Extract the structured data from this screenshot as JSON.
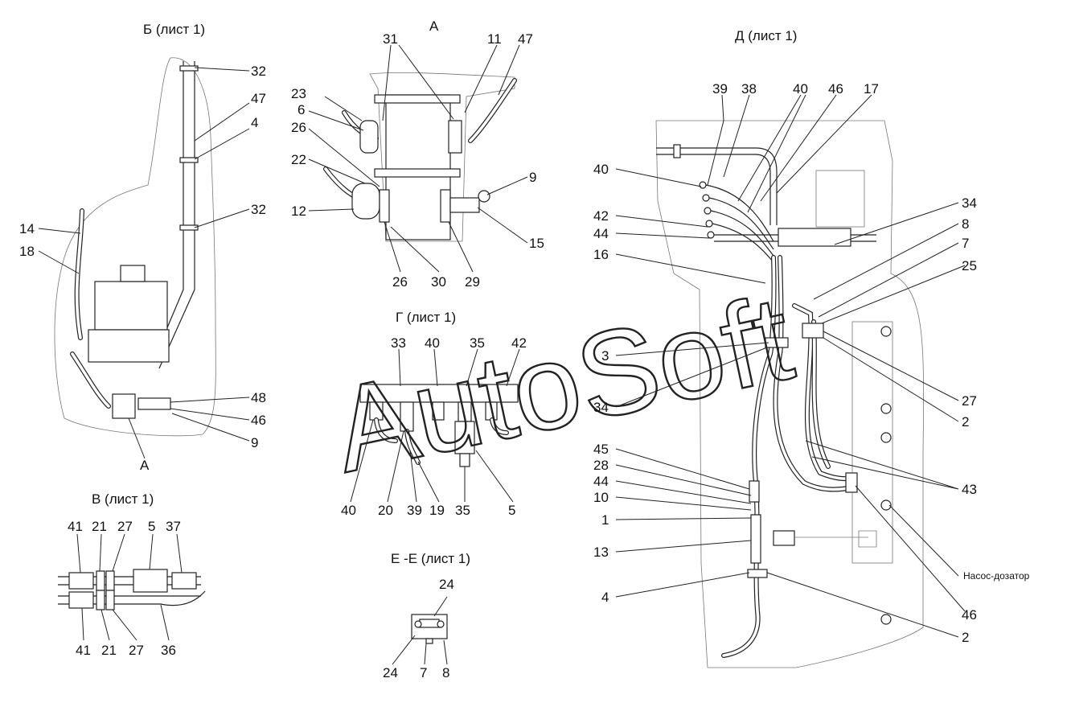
{
  "views": {
    "b": {
      "title": "Б (лист 1)",
      "marker_a": "А",
      "callouts": [
        "32",
        "47",
        "4",
        "32",
        "14",
        "18",
        "48",
        "46",
        "9"
      ]
    },
    "a": {
      "title": "А",
      "callouts": [
        "31",
        "11",
        "47",
        "23",
        "6",
        "26",
        "22",
        "12",
        "9",
        "15",
        "26",
        "30",
        "29"
      ]
    },
    "v": {
      "title": "В (лист 1)",
      "callouts": [
        "41",
        "21",
        "27",
        "5",
        "37",
        "41",
        "21",
        "27",
        "36"
      ]
    },
    "g": {
      "title": "Г (лист 1)",
      "callouts": [
        "33",
        "40",
        "35",
        "42",
        "40",
        "20",
        "39",
        "19",
        "35",
        "5"
      ]
    },
    "e": {
      "title": "Е -Е (лист 1)",
      "callouts": [
        "24",
        "24",
        "7",
        "8"
      ]
    },
    "d": {
      "title": "Д (лист 1)",
      "callouts": [
        "39",
        "38",
        "40",
        "46",
        "17",
        "40",
        "34",
        "42",
        "8",
        "44",
        "7",
        "16",
        "25",
        "3",
        "27",
        "34",
        "2",
        "45",
        "28",
        "43",
        "44",
        "10",
        "1",
        "13",
        "4",
        "46",
        "2"
      ],
      "pump_note": "Насос-дозатор"
    }
  },
  "watermark": "AutoSoft"
}
